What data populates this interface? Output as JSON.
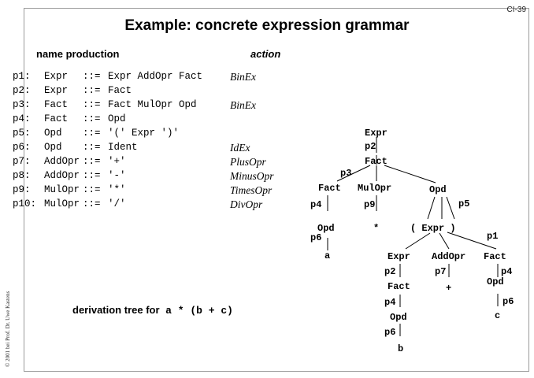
{
  "slide_id": "CI-39",
  "title": "Example: concrete expression grammar",
  "headers": {
    "name_production": "name  production",
    "action": "action"
  },
  "rules": [
    {
      "name": "p1:",
      "lhs": "Expr",
      "sym": "::=",
      "rhs": "Expr AddOpr Fact",
      "action": "BinEx"
    },
    {
      "name": "p2:",
      "lhs": "Expr",
      "sym": "::=",
      "rhs": "Fact",
      "action": ""
    },
    {
      "name": "p3:",
      "lhs": "Fact",
      "sym": "::=",
      "rhs": "Fact MulOpr Opd",
      "action": "BinEx"
    },
    {
      "name": "p4:",
      "lhs": "Fact",
      "sym": "::=",
      "rhs": "Opd",
      "action": ""
    },
    {
      "name": "p5:",
      "lhs": "Opd",
      "sym": "::=",
      "rhs": "'(' Expr ')'",
      "action": ""
    },
    {
      "name": "p6:",
      "lhs": "Opd",
      "sym": "::=",
      "rhs": "Ident",
      "action": "IdEx"
    },
    {
      "name": "p7:",
      "lhs": "AddOpr",
      "sym": "::=",
      "rhs": "'+'",
      "action": "PlusOpr"
    },
    {
      "name": "p8:",
      "lhs": "AddOpr",
      "sym": "::=",
      "rhs": "'-'",
      "action": "MinusOpr"
    },
    {
      "name": "p9:",
      "lhs": "MulOpr",
      "sym": "::=",
      "rhs": "'*'",
      "action": "TimesOpr"
    },
    {
      "name": "p10:",
      "lhs": "MulOpr",
      "sym": "::=",
      "rhs": "'/'",
      "action": "DivOpr"
    }
  ],
  "tree": {
    "nodes": {
      "expr_root": "Expr",
      "p2_a": "p2",
      "fact_root": "Fact",
      "p3": "p3",
      "fact_l": "Fact",
      "mulopr": "MulOpr",
      "opd_r": "Opd",
      "p4_a": "p4",
      "p9": "p9",
      "p5": "p5",
      "opd_l": "Opd",
      "star": "*",
      "paren_expr": "( Expr )",
      "p6_a": "p6",
      "a": "a",
      "p1": "p1",
      "expr_in": "Expr",
      "addopr": "AddOpr",
      "fact_in": "Fact",
      "p2_b": "p2",
      "p7": "p7",
      "p4_b": "p4",
      "fact_b": "Fact",
      "plus": "+",
      "opd_c": "Opd",
      "p4_c": "p4",
      "p6_c": "p6",
      "opd_b": "Opd",
      "c": "c",
      "p6_b": "p6",
      "b": "b"
    }
  },
  "caption": {
    "text": "derivation tree for",
    "expr": "a * (b + c)"
  },
  "copyright": "© 2001 bei Prof. Dr. Uwe Kastens"
}
